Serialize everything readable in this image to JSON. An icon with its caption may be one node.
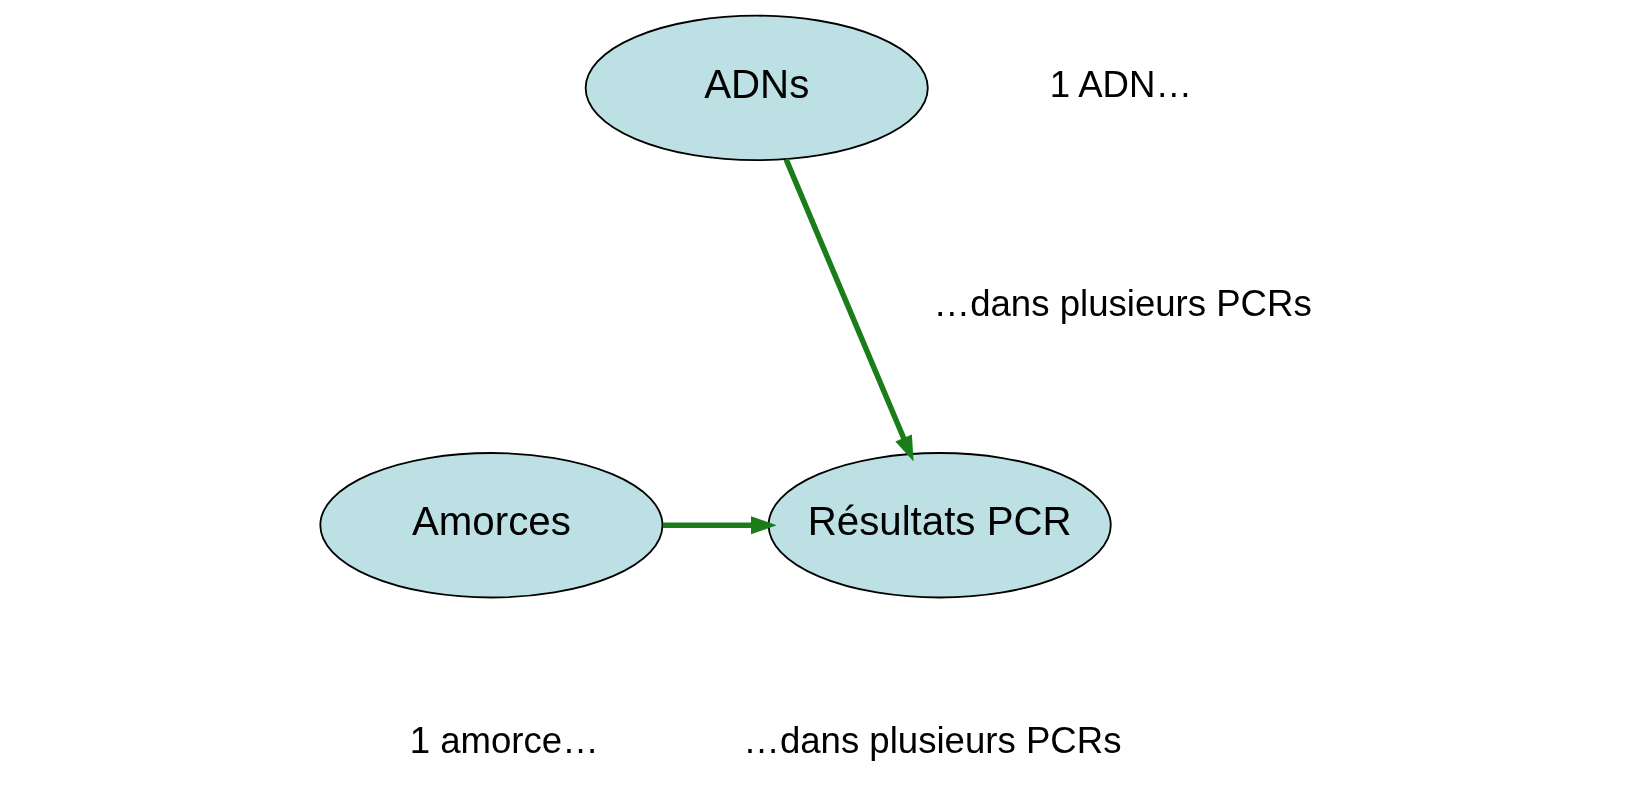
{
  "diagram": {
    "nodes": [
      {
        "text": [
          "ADNs"
        ]
      },
      {
        "text": [
          "Amorces"
        ]
      },
      {
        "text": [
          "Résultats PCR"
        ]
      }
    ],
    "edges": [
      {
        "from": 0,
        "to": 2,
        "arrow": "to"
      },
      {
        "from": 1,
        "to": 2,
        "arrow": "to"
      }
    ],
    "labels": [
      "1 ADN…",
      "…dans plusieurs PCRs",
      "1 amorce…",
      "…dans plusieurs PCRs"
    ]
  }
}
